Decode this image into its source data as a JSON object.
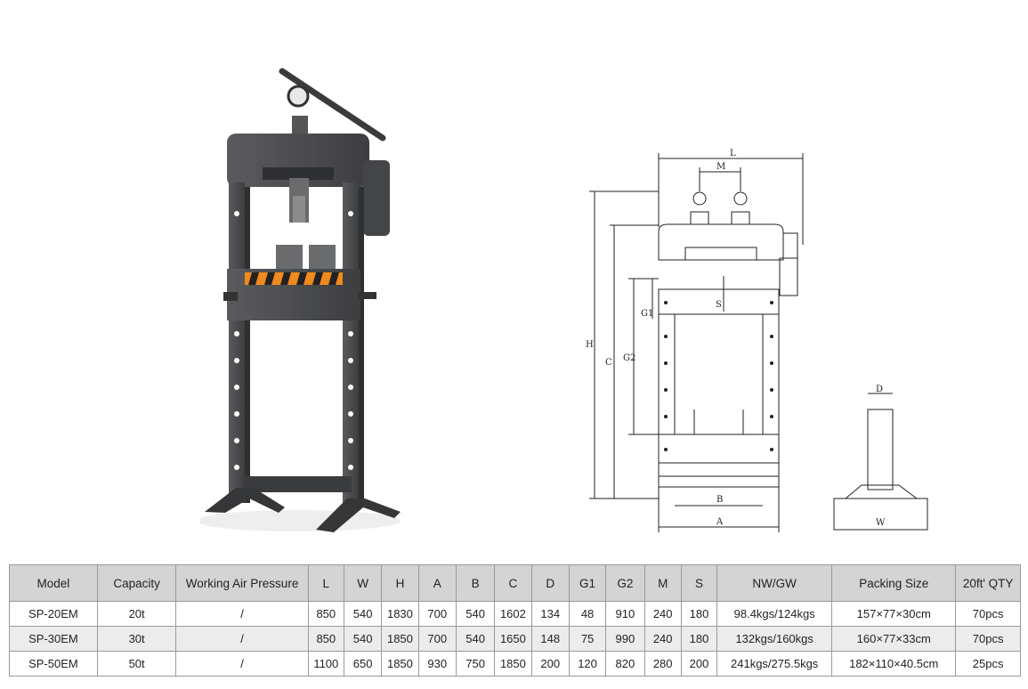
{
  "drawing_labels": {
    "L": "L",
    "M": "M",
    "H": "H",
    "C": "C",
    "G1": "G1",
    "G2": "G2",
    "S": "S",
    "B": "B",
    "A": "A",
    "D": "D",
    "W": "W"
  },
  "table": {
    "headers": [
      "Model",
      "Capacity",
      "Working Air Pressure",
      "L",
      "W",
      "H",
      "A",
      "B",
      "C",
      "D",
      "G1",
      "G2",
      "M",
      "S",
      "NW/GW",
      "Packing Size",
      "20ft' QTY"
    ],
    "rows": [
      [
        "SP-20EM",
        "20t",
        "/",
        "850",
        "540",
        "1830",
        "700",
        "540",
        "1602",
        "134",
        "48",
        "910",
        "240",
        "180",
        "98.4kgs/124kgs",
        "157×77×30cm",
        "70pcs"
      ],
      [
        "SP-30EM",
        "30t",
        "/",
        "850",
        "540",
        "1850",
        "700",
        "540",
        "1650",
        "148",
        "75",
        "990",
        "240",
        "180",
        "132kgs/160kgs",
        "160×77×33cm",
        "70pcs"
      ],
      [
        "SP-50EM",
        "50t",
        "/",
        "1100",
        "650",
        "1850",
        "930",
        "750",
        "1850",
        "200",
        "120",
        "820",
        "280",
        "200",
        "241kgs/275.5kgs",
        "182×110×40.5cm",
        "25pcs"
      ]
    ]
  },
  "colors": {
    "frame": "#4a4b4d",
    "frame_dark": "#333436",
    "stripe_orange": "#f08a1c",
    "header_bg": "#d4d4d4"
  }
}
